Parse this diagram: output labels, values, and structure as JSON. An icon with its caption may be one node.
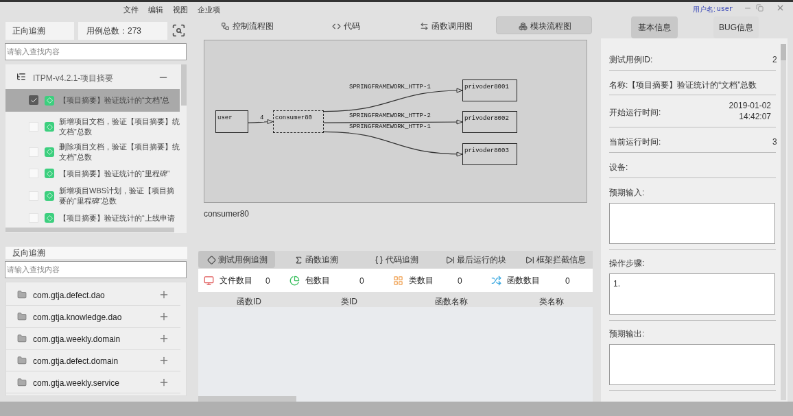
{
  "diagram": {
    "nodes": [
      {
        "text": [
          "user"
        ]
      },
      {
        "text": [
          "consumer80"
        ]
      },
      {
        "text": [
          "privoder8001"
        ]
      },
      {
        "text": [
          "privoder8002"
        ]
      },
      {
        "text": [
          "privoder8003"
        ]
      }
    ],
    "edges": [
      {
        "from": 0,
        "to": 1,
        "arrow": "to",
        "label": "4"
      },
      {
        "from": 1,
        "to": 2,
        "arrow": "to",
        "label": "SPRINGFRAMEWORK_HTTP-1"
      },
      {
        "from": 1,
        "to": 3,
        "arrow": "to",
        "label": "SPRINGFRAMEWORK_HTTP-2"
      },
      {
        "from": 1,
        "to": 4,
        "arrow": "to",
        "label": "SPRINGFRAMEWORK_HTTP-1"
      }
    ],
    "labels": [
      "文件",
      "编辑",
      "视图",
      "企业项",
      "用户名:",
      "user",
      "正向追溯",
      "用例总数：273",
      "请输入查找内容",
      "ITPM-v4.2.1-项目摘要",
      "【项目摘要】验证统计的“文档”总",
      "新增项目文档，验证【项目摘要】统文档”总数",
      "删除项目文档，验证【项目摘要】统文档”总数",
      "【项目摘要】验证统计的“里程碑”",
      "新增项目WBS计划，验证【项目摘要的“里程碑”总数",
      "【项目摘要】验证统计的“上线申请",
      "反向追溯",
      "请输入查找内容",
      "com.gtja.defect.dao",
      "com.gtja.knowledge.dao",
      "com.gtja.weekly.domain",
      "com.gtja.defect.domain",
      "com.gtja.weekly.service",
      "控制流程图",
      "代码",
      "函数调用图",
      "模块流程图",
      "consumer80",
      "测试用例追溯",
      "函数追溯",
      "代码追溯",
      "最后运行的块",
      "框架拦截信息",
      "文件数目",
      "0",
      "包数目",
      "0",
      "类数目",
      "0",
      "函数数目",
      "0",
      "函数ID",
      "类ID",
      "函数名称",
      "类名称",
      "基本信息",
      "BUG信息",
      "测试用例ID:",
      "2",
      "名称:【项目摘要】验证统计的“文档”总数",
      "开始运行时间:",
      "2019-01-02 14:42:07",
      "当前运行时间:",
      "3",
      "设备:",
      "预期输入:",
      "操作步骤:",
      "1.",
      "预期输出:"
    ]
  }
}
